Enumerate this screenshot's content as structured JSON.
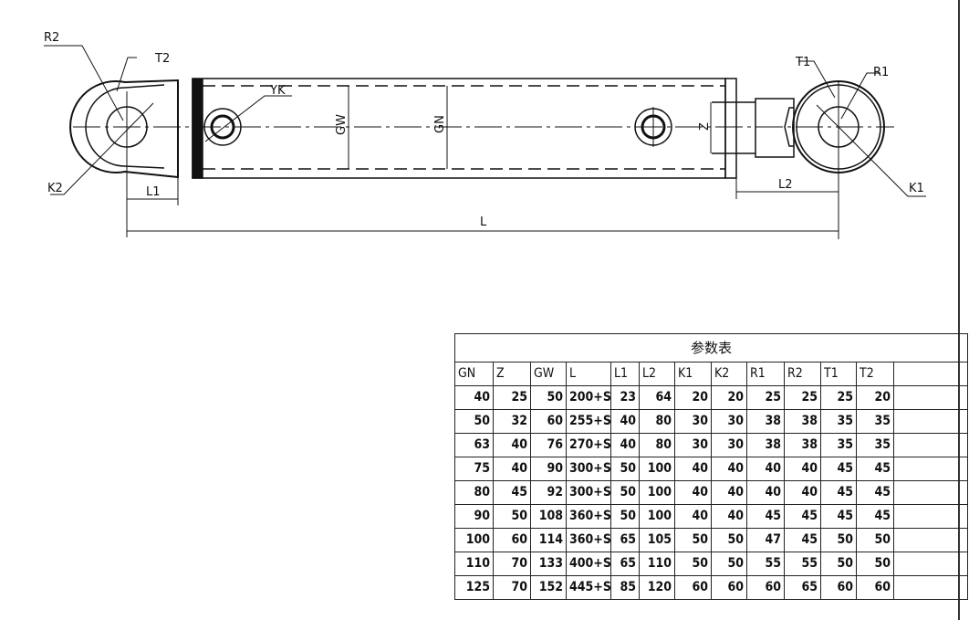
{
  "drawing": {
    "labels": {
      "R2": "R2",
      "T2": "T2",
      "K2": "K2",
      "L1": "L1",
      "YK": "YK",
      "GW": "GW",
      "GN": "GN",
      "Z": "Z",
      "T1": "T1",
      "R1": "R1",
      "K1": "K1",
      "L2": "L2",
      "L": "L"
    }
  },
  "table": {
    "title": "参数表",
    "headers": [
      "GN",
      "Z",
      "GW",
      "L",
      "L1",
      "L2",
      "K1",
      "K2",
      "R1",
      "R2",
      "T1",
      "T2",
      ""
    ],
    "rows": [
      [
        "40",
        "25",
        "50",
        "200+S",
        "23",
        "64",
        "20",
        "20",
        "25",
        "25",
        "25",
        "20"
      ],
      [
        "50",
        "32",
        "60",
        "255+S",
        "40",
        "80",
        "30",
        "30",
        "38",
        "38",
        "35",
        "35"
      ],
      [
        "63",
        "40",
        "76",
        "270+S",
        "40",
        "80",
        "30",
        "30",
        "38",
        "38",
        "35",
        "35"
      ],
      [
        "75",
        "40",
        "90",
        "300+S",
        "50",
        "100",
        "40",
        "40",
        "40",
        "40",
        "45",
        "45"
      ],
      [
        "80",
        "45",
        "92",
        "300+S",
        "50",
        "100",
        "40",
        "40",
        "40",
        "40",
        "45",
        "45"
      ],
      [
        "90",
        "50",
        "108",
        "360+S",
        "50",
        "100",
        "40",
        "40",
        "45",
        "45",
        "45",
        "45"
      ],
      [
        "100",
        "60",
        "114",
        "360+S",
        "65",
        "105",
        "50",
        "50",
        "47",
        "45",
        "50",
        "50"
      ],
      [
        "110",
        "70",
        "133",
        "400+S",
        "65",
        "110",
        "50",
        "50",
        "55",
        "55",
        "50",
        "50"
      ],
      [
        "125",
        "70",
        "152",
        "445+S",
        "85",
        "120",
        "60",
        "60",
        "60",
        "65",
        "60",
        "60"
      ]
    ]
  }
}
